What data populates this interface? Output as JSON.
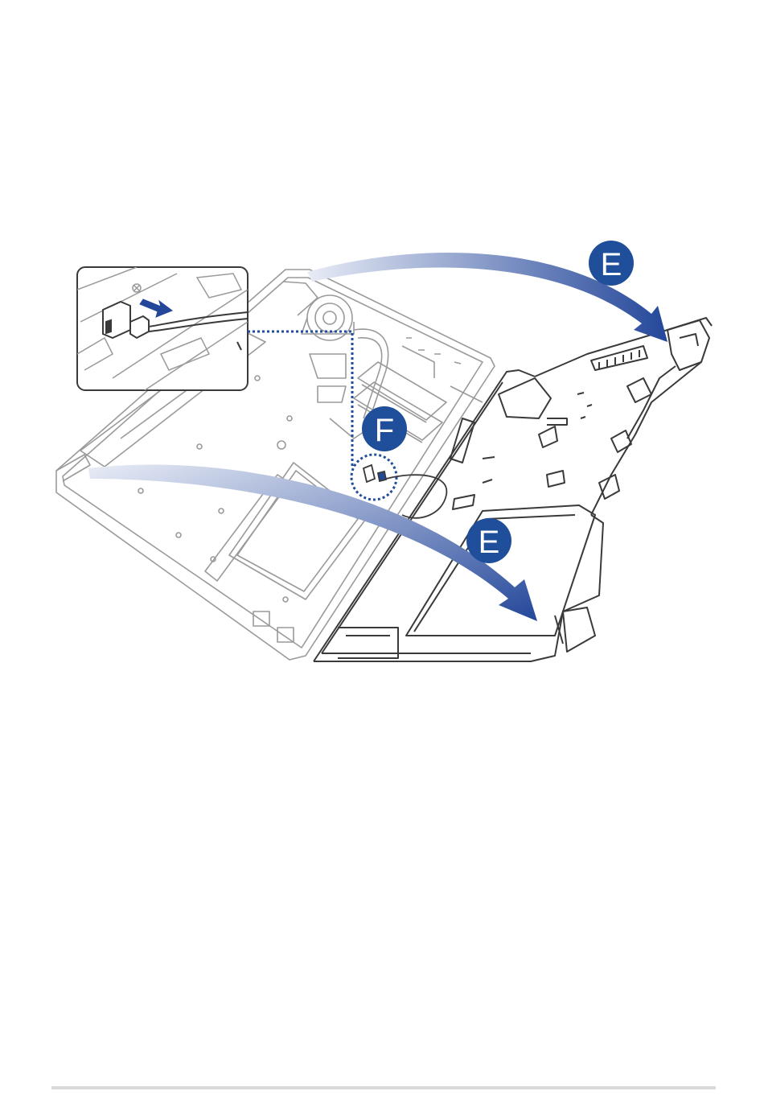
{
  "steps": [
    {
      "id": "E-top",
      "label": "E"
    },
    {
      "id": "F",
      "label": "F"
    },
    {
      "id": "E-bottom",
      "label": "E"
    }
  ],
  "colors": {
    "badge": "#1f4e9a",
    "arrow_start": "#e6ebf6",
    "arrow_end": "#24479a",
    "line": "#3a3a3a",
    "line_light": "#9a9a9a",
    "dotted": "#1f4e9a",
    "footer_rule": "#d9d9d9"
  },
  "icons": {
    "arrow": "curved-arrow-icon",
    "connector": "connector-icon"
  }
}
